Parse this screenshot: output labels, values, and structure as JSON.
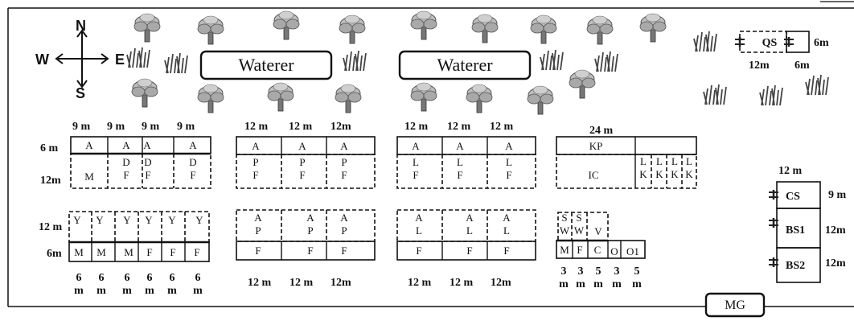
{
  "compass": {
    "n": "N",
    "s": "S",
    "e": "E",
    "w": "W"
  },
  "waterers": [
    "Waterer",
    "Waterer"
  ],
  "qs": {
    "label": "QS",
    "dim_right": "6m",
    "dim_bottom_left": "12m",
    "dim_bottom_right": "6m"
  },
  "block1": {
    "dims_top": [
      "9 m",
      "9 m",
      "9 m",
      "9 m"
    ],
    "dim_left_top": "6 m",
    "dim_left_bottom": "12m",
    "top_row": [
      "A",
      "A",
      "A",
      "A"
    ],
    "bottom_row": [
      "M",
      "D\nF",
      "D\nF",
      "D\nF"
    ]
  },
  "block2": {
    "dims": [
      "12 m",
      "12 m",
      "12m"
    ],
    "top_row": [
      "A",
      "A",
      "A"
    ],
    "bottom_row": [
      "P\nF",
      "P\nF",
      "P\nF"
    ]
  },
  "block3": {
    "dims": [
      "12 m",
      "12 m",
      "12 m"
    ],
    "top_row": [
      "A",
      "A",
      "A"
    ],
    "bottom_row": [
      "L\nF",
      "L\nF",
      "L\nF"
    ]
  },
  "block4": {
    "dim_top": "24 m",
    "top_label": "KP",
    "main_label": "IC",
    "lk_cells": [
      "L\nK",
      "L\nK",
      "L\nK",
      "L\nK"
    ]
  },
  "block5": {
    "dim_left_top": "12 m",
    "dim_left_bottom": "6m",
    "top_row": [
      "Y",
      "Y",
      "Y",
      "Y",
      "Y",
      "Y"
    ],
    "bottom_row": [
      "M",
      "M",
      "M",
      "F",
      "F",
      "F"
    ],
    "dims_bottom": [
      "6\nm",
      "6\nm",
      "6\nm",
      "6\nm",
      "6\nm",
      "6\nm"
    ]
  },
  "block6": {
    "dims": [
      "12 m",
      "12 m",
      "12m"
    ],
    "top_row": [
      "A\nP",
      "A\nP",
      "A\nP"
    ],
    "bottom_row": [
      "F",
      "F",
      "F"
    ]
  },
  "block7": {
    "dims": [
      "12 m",
      "12 m",
      "12m"
    ],
    "top_row": [
      "A\nL",
      "A\nL",
      "A\nL"
    ],
    "bottom_row": [
      "F",
      "F",
      "F"
    ]
  },
  "block8": {
    "top_cells": [
      "S\nW",
      "S\nW",
      "V"
    ],
    "bottom_cells": [
      "M",
      "F",
      "C",
      "O",
      "O1"
    ],
    "dims_bottom": [
      "3\nm",
      "3\nm",
      "5\nm",
      "3\nm",
      "5\nm"
    ]
  },
  "sheds": {
    "dim_top": "12 m",
    "items": [
      {
        "label": "CS",
        "dim": "9 m"
      },
      {
        "label": "BS1",
        "dim": "12m"
      },
      {
        "label": "BS2",
        "dim": "12m"
      }
    ]
  },
  "mg": "MG"
}
